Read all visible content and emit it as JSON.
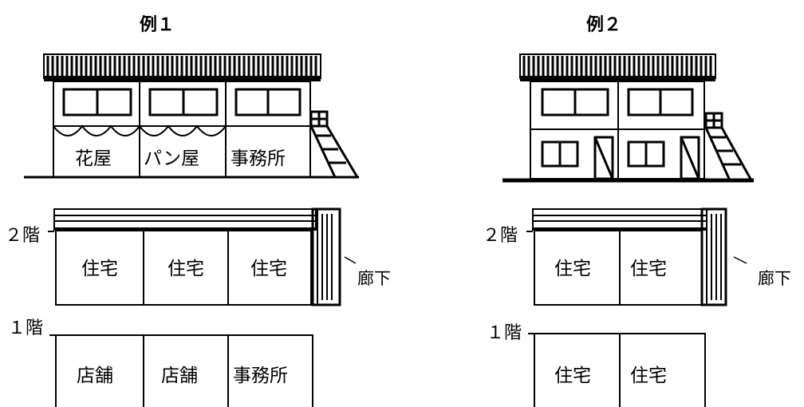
{
  "example1": {
    "title": "例１",
    "facade_labels": [
      "花屋",
      "パン屋",
      "事務所"
    ],
    "floor2": {
      "label": "２階",
      "rooms": [
        "住宅",
        "住宅",
        "住宅"
      ],
      "corridor": "廊下"
    },
    "floor1": {
      "label": "１階",
      "rooms": [
        "店舗",
        "店舗",
        "事務所"
      ]
    }
  },
  "example2": {
    "title": "例２",
    "floor2": {
      "label": "２階",
      "rooms": [
        "住宅",
        "住宅"
      ],
      "corridor": "廊下"
    },
    "floor1": {
      "label": "１階",
      "rooms": [
        "住宅",
        "住宅"
      ]
    }
  },
  "colors": {
    "ink": "#000000",
    "paper": "#ffffff"
  }
}
